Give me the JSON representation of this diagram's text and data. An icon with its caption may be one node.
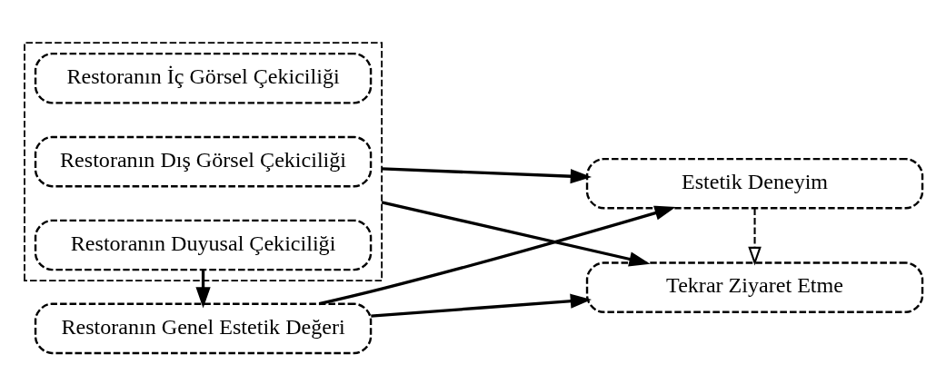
{
  "diagram": {
    "nodes": [
      {
        "text": [],
        "shape": "bracket"
      },
      {
        "text": [
          "Restoranın İç Görsel Çekiciliği"
        ],
        "in": 0
      },
      {
        "text": [
          "Restoranın Dış Görsel Çekiciliği"
        ],
        "in": 0
      },
      {
        "text": [
          "Restoranın Duyusal Çekiciliği"
        ],
        "in": 0
      },
      {
        "text": [
          "Restoranın Genel Estetik Değeri"
        ]
      },
      {
        "text": [
          "Estetik Deneyim"
        ]
      },
      {
        "text": [
          "Tekrar Ziyaret Etme"
        ]
      }
    ],
    "edges": [
      {
        "from": 0,
        "to": 5,
        "arrow": "to"
      },
      {
        "from": 0,
        "to": 6,
        "arrow": "to"
      },
      {
        "from": 3,
        "to": 4,
        "arrow": "to"
      },
      {
        "from": 4,
        "to": 5,
        "arrow": "to"
      },
      {
        "from": 4,
        "to": 6,
        "arrow": "to"
      },
      {
        "from": 5,
        "to": 6,
        "arrow": "to",
        "style": "dashed"
      }
    ]
  }
}
